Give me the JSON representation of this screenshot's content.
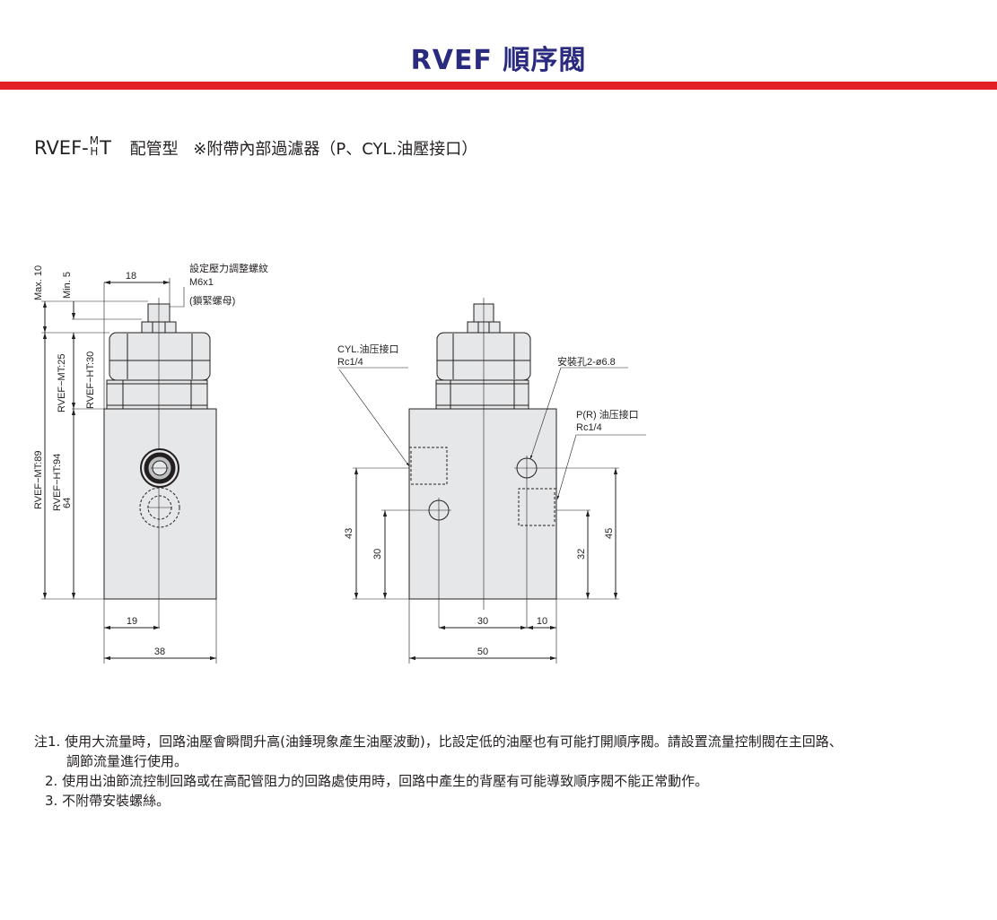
{
  "header": {
    "title": "RVEF 順序閥",
    "accent_color": "#e31e24",
    "title_color": "#2a2a7e"
  },
  "subtitle": {
    "model_prefix": "RVEF-",
    "model_upper": "M",
    "model_lower": "H",
    "model_suffix": "T",
    "type_label": "配管型",
    "note": "※附帶內部過濾器（P、CYL.油壓接口）"
  },
  "drawing": {
    "left_view": {
      "screw_label_1": "設定壓力調整螺紋",
      "screw_label_2": "M6x1",
      "screw_label_3": "(鎖緊螺母)",
      "dim_top_width": "18",
      "dim_max": "Max. 10",
      "dim_min": "Min. 5",
      "dim_mt_head": "RVEF−MT:25",
      "dim_ht_head": "RVEF−HT:30",
      "dim_mt_total": "RVEF−MT:89",
      "dim_ht_total": "RVEF−HT:94",
      "dim_body": "64",
      "dim_bottom_half": "19",
      "dim_bottom_width": "38"
    },
    "right_view": {
      "cyl_label_1": "CYL.油压接口",
      "cyl_label_2": "Rc1/4",
      "mount_label": "安裝孔2-ø6.8",
      "p_label_1": "P(R) 油压接口",
      "p_label_2": "Rc1/4",
      "dim_43": "43",
      "dim_30_left": "30",
      "dim_32": "32",
      "dim_45": "45",
      "dim_30_bottom": "30",
      "dim_10": "10",
      "dim_50": "50"
    }
  },
  "notes": [
    "注1. 使用大流量時，回路油壓會瞬間升高(油錘現象產生油壓波動)，比設定低的油壓也有可能打開順序閥。請設置流量控制閥在主回路、",
    "調節流量進行使用。",
    "2. 使用出油節流控制回路或在高配管阻力的回路處使用時，回路中產生的背壓有可能導致順序閥不能正常動作。",
    "3. 不附帶安裝螺絲。"
  ]
}
